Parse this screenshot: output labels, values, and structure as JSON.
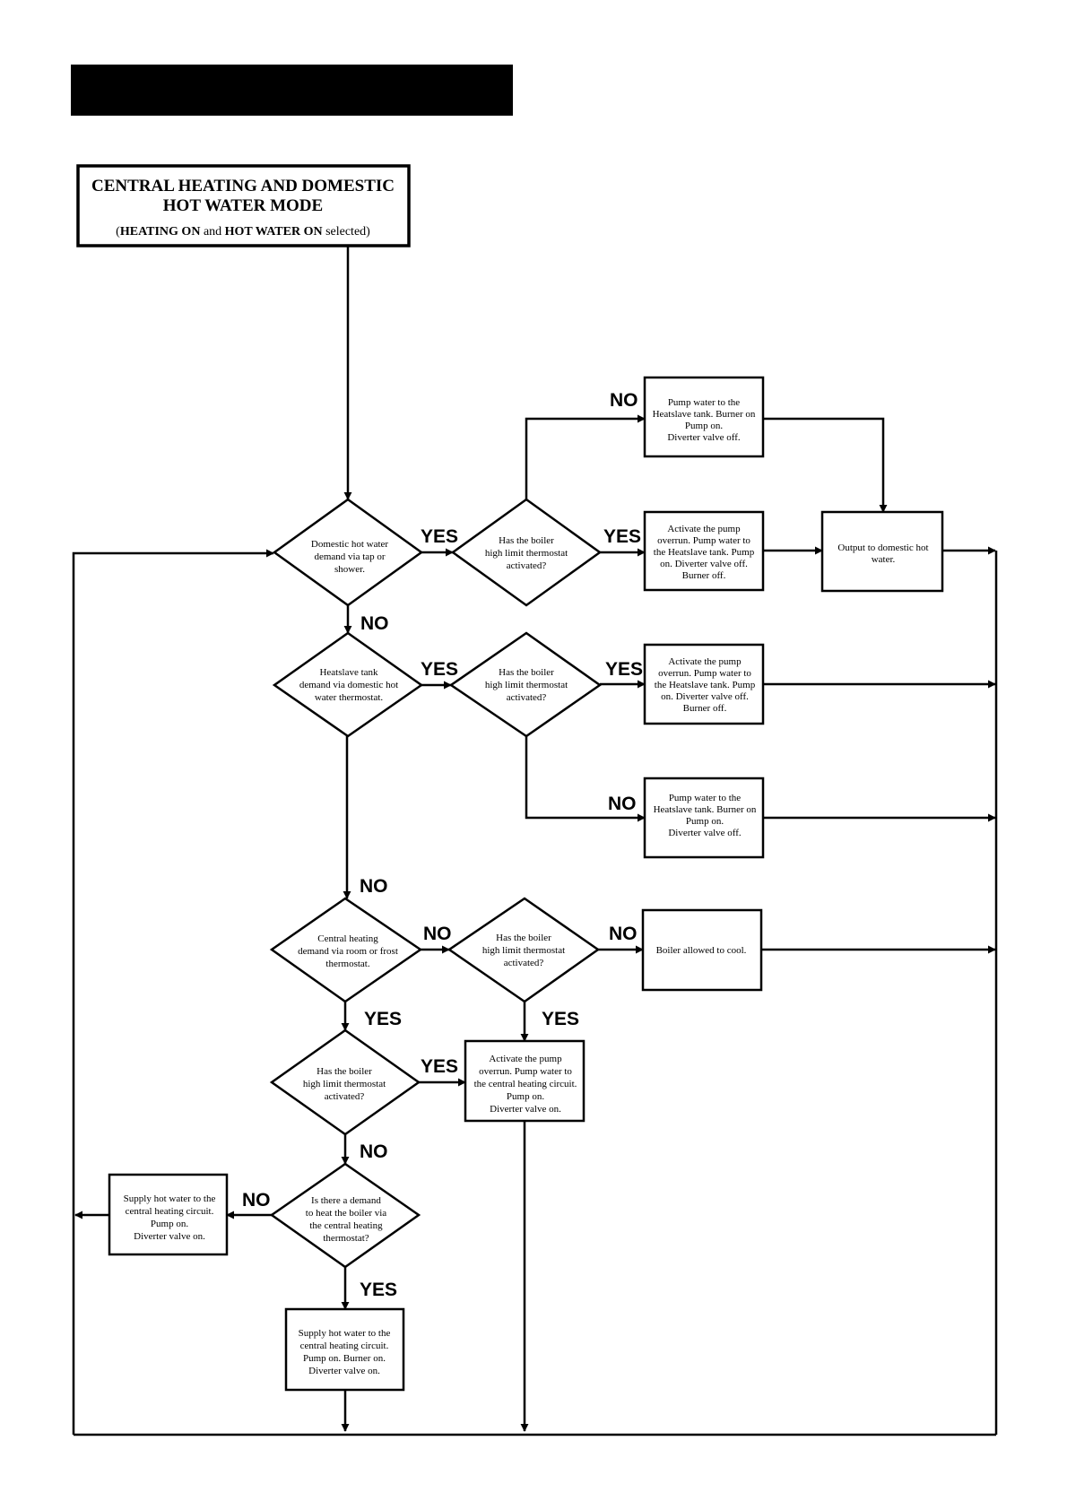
{
  "title": {
    "line1": "CENTRAL HEATING AND DOMESTIC",
    "line2": "HOT WATER MODE",
    "sub_open": "(",
    "sub_bold1": "HEATING ON",
    "sub_mid": " and ",
    "sub_bold2": "HOT WATER ON",
    "sub_end": " selected)"
  },
  "nodes": {
    "d1": [
      "Domestic hot water",
      "demand via tap or",
      "shower."
    ],
    "d2": [
      "Has the boiler",
      "high limit thermostat",
      "activated?"
    ],
    "b1": [
      "Pump water to the",
      "Heatslave tank. Burner on",
      "Pump on.",
      "Diverter valve off."
    ],
    "b2": [
      "Activate the pump",
      "overrun. Pump water to",
      "the Heatslave tank. Pump",
      "on. Diverter valve off.",
      "Burner off."
    ],
    "b3": [
      "Output to domestic hot",
      "water."
    ],
    "d3": [
      "Heatslave tank",
      "demand via domestic hot",
      "water thermostat."
    ],
    "d4": [
      "Has the boiler",
      "high limit thermostat",
      "activated?"
    ],
    "b4": [
      "Activate the pump",
      "overrun. Pump water to",
      "the Heatslave tank. Pump",
      "on. Diverter valve off.",
      "Burner off."
    ],
    "b5": [
      "Pump water to the",
      "Heatslave tank. Burner on",
      "Pump on.",
      "Diverter valve off."
    ],
    "d5": [
      "Central heating",
      "demand via room or frost",
      "thermostat."
    ],
    "d6": [
      "Has the boiler",
      "high limit thermostat",
      "activated?"
    ],
    "b6": [
      "Boiler allowed to cool."
    ],
    "d7": [
      "Has the boiler",
      "high limit thermostat",
      "activated?"
    ],
    "b7": [
      "Activate the pump",
      "overrun. Pump water to",
      "the central heating circuit.",
      "Pump on.",
      "Diverter valve on."
    ],
    "d8": [
      "Is there a demand",
      "to heat the boiler via",
      "the central heating",
      "thermostat?"
    ],
    "b8": [
      "Supply hot water to the",
      "central heating circuit.",
      "Pump on.",
      "Diverter valve on."
    ],
    "b9": [
      "Supply hot water to the",
      "central heating circuit.",
      "Pump on. Burner on.",
      "Diverter valve on."
    ]
  },
  "labels": {
    "yes": "YES",
    "no": "NO"
  }
}
